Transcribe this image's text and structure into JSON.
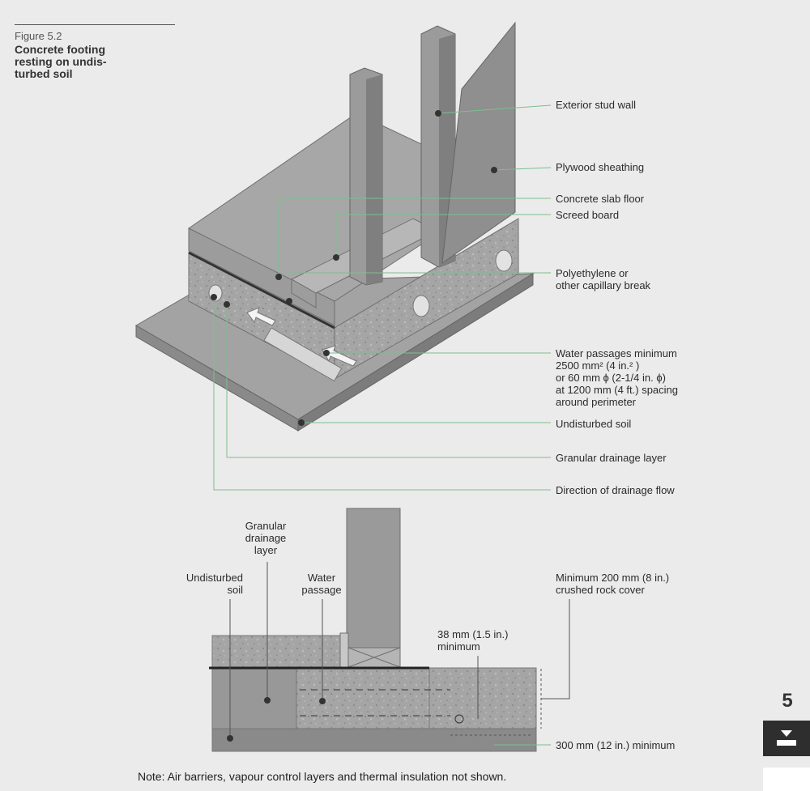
{
  "figure": {
    "number": "Figure 5.2",
    "title": "Concrete footing resting on undis-turbed soil"
  },
  "isometric_callouts": [
    {
      "id": "exterior-stud-wall",
      "text": "Exterior stud wall"
    },
    {
      "id": "plywood-sheathing",
      "text": "Plywood sheathing"
    },
    {
      "id": "concrete-slab-floor",
      "text": "Concrete slab floor"
    },
    {
      "id": "screed-board",
      "text": "Screed board"
    },
    {
      "id": "capillary-break",
      "text": "Polyethylene or\nother capillary break"
    },
    {
      "id": "water-passages",
      "text": "Water passages minimum\n2500 mm² (4 in.² )\nor 60 mm ϕ (2-1/4 in. ϕ)\nat 1200 mm (4 ft.) spacing\naround perimeter"
    },
    {
      "id": "undisturbed-soil",
      "text": "Undisturbed soil"
    },
    {
      "id": "granular-drainage-layer",
      "text": "Granular drainage layer"
    },
    {
      "id": "drainage-flow",
      "text": "Direction of drainage flow"
    }
  ],
  "section_labels": {
    "granular": "Granular\ndrainage\nlayer",
    "undisturbed": "Undisturbed\nsoil",
    "water_passage": "Water\npassage",
    "crushed_rock": "Minimum 200 mm (8 in.)\ncrushed rock cover",
    "gap_min": "38 mm (1.5 in.)\nminimum",
    "width_min": "300 mm (12 in.) minimum"
  },
  "note": "Note: Air barriers, vapour control layers and thermal insulation not shown.",
  "chapter": {
    "number": "5"
  },
  "colors": {
    "background": "#ecebeb",
    "concrete_top": "#9a9a9a",
    "concrete_side": "#858585",
    "gravel": "#a6a6a6",
    "leader": "#8cc39a"
  }
}
